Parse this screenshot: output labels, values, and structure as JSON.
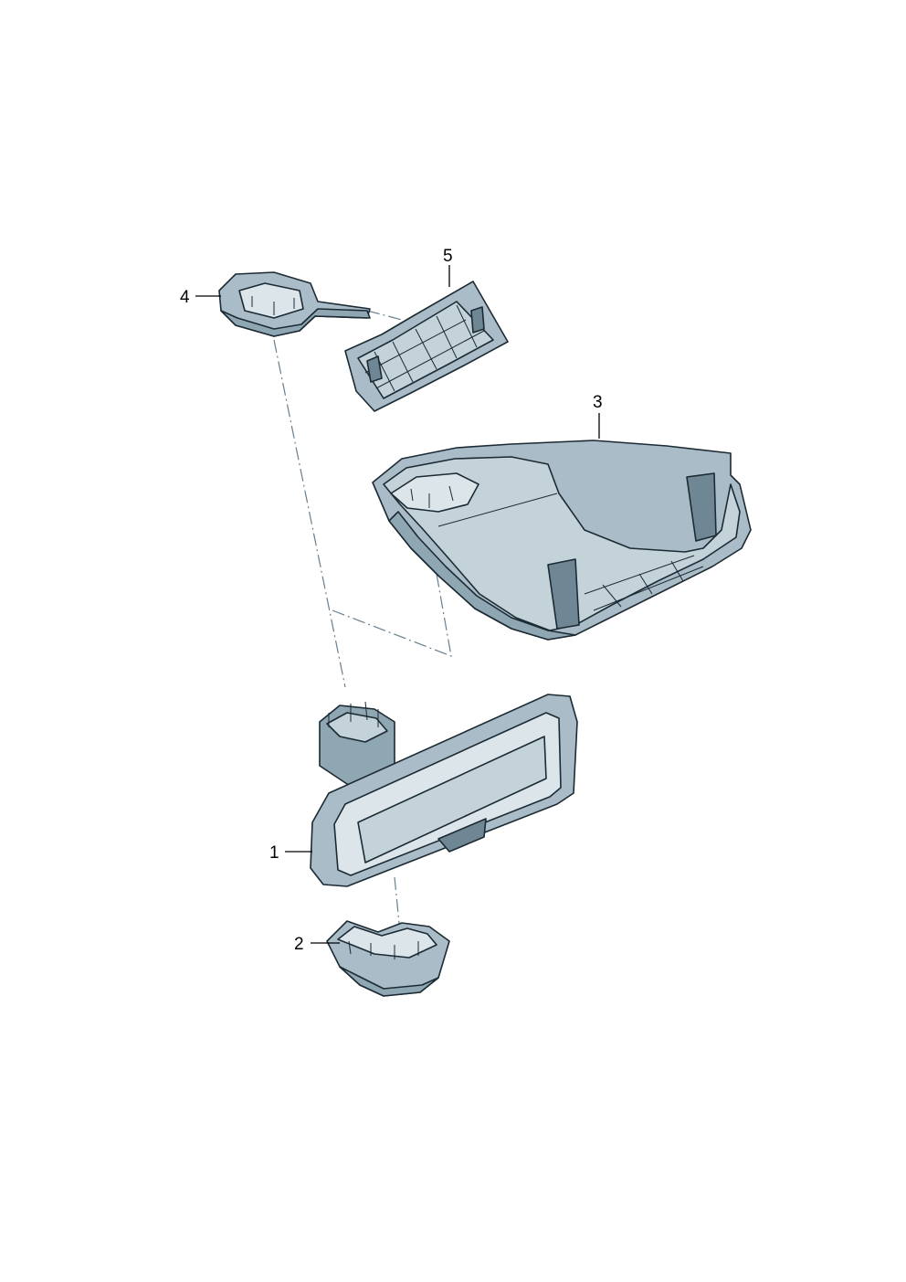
{
  "diagram": {
    "callouts": [
      {
        "id": "1",
        "label": "1"
      },
      {
        "id": "2",
        "label": "2"
      },
      {
        "id": "3",
        "label": "3"
      },
      {
        "id": "4",
        "label": "4"
      },
      {
        "id": "5",
        "label": "5"
      }
    ]
  },
  "colors": {
    "part_dark": "#6f8795",
    "part_mid": "#8fa6b3",
    "part_light": "#c4d2da",
    "outline": "#1c2a33",
    "dashline": "#6a7e8c"
  }
}
